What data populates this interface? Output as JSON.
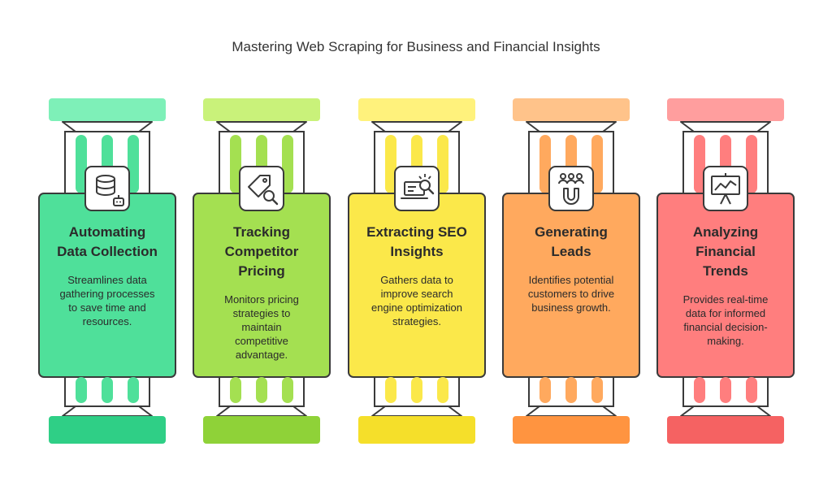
{
  "title": "Mastering Web Scraping for Business and Financial Insights",
  "pillars": [
    {
      "heading": [
        "Automating",
        "Data Collection"
      ],
      "description": [
        "Streamlines data",
        "gathering processes",
        "to save time and",
        "resources."
      ],
      "icon": "database-robot-icon",
      "colors": {
        "light": "#7ef0b8",
        "main": "#4fe09a",
        "dark": "#2fcf86"
      }
    },
    {
      "heading": [
        "Tracking",
        "Competitor",
        "Pricing"
      ],
      "description": [
        "Monitors pricing",
        "strategies to",
        "maintain",
        "competitive",
        "advantage."
      ],
      "icon": "price-tag-search-icon",
      "colors": {
        "light": "#c9f27a",
        "main": "#a4e051",
        "dark": "#8fd238"
      }
    },
    {
      "heading": [
        "Extracting SEO",
        "Insights"
      ],
      "description": [
        "Gathers data to",
        "improve search",
        "engine optimization",
        "strategies."
      ],
      "icon": "laptop-search-icon",
      "colors": {
        "light": "#fff27c",
        "main": "#fbe84a",
        "dark": "#f5df2a"
      }
    },
    {
      "heading": [
        "Generating",
        "Leads"
      ],
      "description": [
        "Identifies potential",
        "customers to drive",
        "business growth."
      ],
      "icon": "magnet-people-icon",
      "colors": {
        "light": "#ffc38a",
        "main": "#ffa95e",
        "dark": "#ff9440"
      }
    },
    {
      "heading": [
        "Analyzing",
        "Financial",
        "Trends"
      ],
      "description": [
        "Provides real-time",
        "data for informed",
        "financial decision-",
        "making."
      ],
      "icon": "presentation-chart-icon",
      "colors": {
        "light": "#ff9e9e",
        "main": "#ff7e7e",
        "dark": "#f56262"
      }
    }
  ]
}
